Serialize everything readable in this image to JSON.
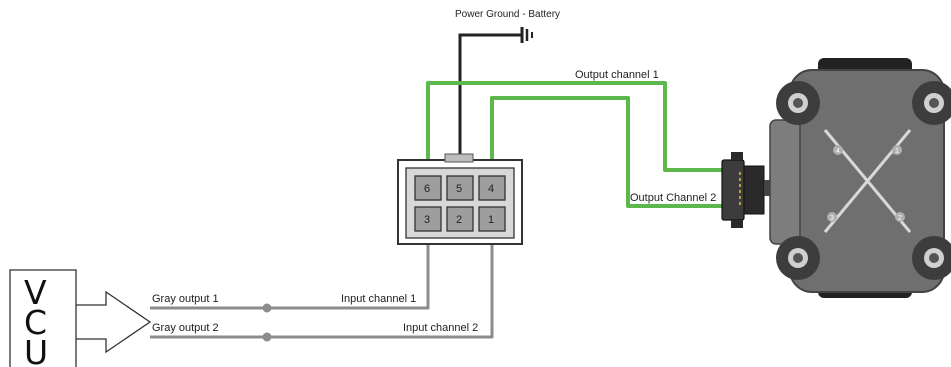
{
  "labels": {
    "power_ground": "Power Ground - Battery",
    "output_channel_1": "Output channel 1",
    "output_channel_2": "Output Channel 2",
    "gray_output_1": "Gray output 1",
    "gray_output_2": "Gray output 2",
    "input_channel_1": "Input channel 1",
    "input_channel_2": "Input channel 2"
  },
  "vcu": {
    "letters": [
      "V",
      "C",
      "U"
    ]
  },
  "connector": {
    "top_row_pins": [
      "6",
      "5",
      "4"
    ],
    "bottom_row_pins": [
      "3",
      "2",
      "1"
    ]
  },
  "coil": {
    "cylinder_numbers": [
      "4",
      "1",
      "3",
      "2"
    ]
  },
  "colors": {
    "green_wire": "#5cb84a",
    "gray_wire": "#8c8c8c",
    "ground_wire": "#222222",
    "coil_body": "#7a7a7a",
    "coil_dark": "#3a3a3a"
  }
}
